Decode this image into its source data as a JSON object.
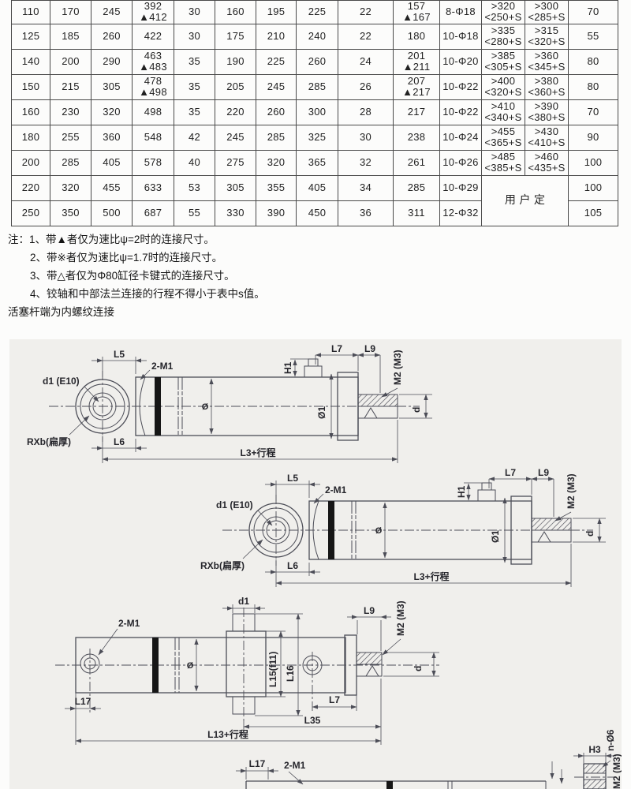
{
  "colors": {
    "panel_bg": "#f0efec",
    "drawing_line": "#4c4d57",
    "table_border": "#4a4a4a",
    "weld_band": "#161616"
  },
  "table": {
    "rows": [
      {
        "cells": [
          "110",
          "170",
          "245",
          "392\n▲412",
          "30",
          "160",
          "195",
          "225",
          "22",
          "157\n▲167",
          "8-Φ18",
          ">320\n<250+S",
          ">300\n<285+S",
          "70"
        ]
      },
      {
        "cells": [
          "125",
          "185",
          "260",
          "422",
          "30",
          "175",
          "210",
          "240",
          "22",
          "180",
          "10-Φ18",
          ">335\n<280+S",
          ">315\n<320+S",
          "55"
        ]
      },
      {
        "cells": [
          "140",
          "200",
          "290",
          "463\n▲483",
          "35",
          "190",
          "225",
          "260",
          "24",
          "201\n▲211",
          "10-Φ20",
          ">385\n<305+S",
          ">360\n<345+S",
          "80"
        ]
      },
      {
        "cells": [
          "150",
          "215",
          "305",
          "478\n▲498",
          "35",
          "205",
          "245",
          "285",
          "26",
          "207\n▲217",
          "10-Φ22",
          ">400\n<320+S",
          ">380\n<360+S",
          "80"
        ]
      },
      {
        "cells": [
          "160",
          "230",
          "320",
          "498",
          "35",
          "220",
          "260",
          "300",
          "28",
          "217",
          "10-Φ22",
          ">410\n<340+S",
          ">390\n<380+S",
          "70"
        ]
      },
      {
        "cells": [
          "180",
          "255",
          "360",
          "548",
          "42",
          "245",
          "285",
          "325",
          "30",
          "238",
          "10-Φ24",
          ">455\n<365+S",
          ">430\n<410+S",
          "90"
        ]
      },
      {
        "cells": [
          "200",
          "285",
          "405",
          "578",
          "40",
          "275",
          "320",
          "365",
          "32",
          "261",
          "10-Φ26",
          ">485\n<385+S",
          ">460\n<435+S",
          "100"
        ]
      },
      {
        "cells": [
          "220",
          "320",
          "455",
          "633",
          "53",
          "305",
          "355",
          "405",
          "34",
          "285",
          "10-Φ29",
          {
            "text": "用 户 定",
            "rowspan": 2,
            "colspan": 2,
            "cls": "user-cell"
          },
          "100"
        ]
      },
      {
        "cells": [
          "250",
          "350",
          "500",
          "687",
          "55",
          "330",
          "390",
          "450",
          "36",
          "311",
          "12-Φ32",
          "105"
        ]
      }
    ]
  },
  "notes": {
    "line1": "注：1、带▲者仅为速比ψ=2时的连接尺寸。",
    "line2": "2、带※者仅为速比ψ=1.7时的连接尺寸。",
    "line3": "3、带△者仅为Φ80缸径卡键式的连接尺寸。",
    "line4": "4、铰轴和中部法兰连接的行程不得小于表中s值。",
    "footer": "活塞杆端为内螺纹连接"
  },
  "diagrams": {
    "labels": {
      "l5": "L5",
      "m1": "2-M1",
      "d1e10": "d1 (E10)",
      "rxb": "RXb(扁厚)",
      "l6": "L6",
      "l3": "L3+行程",
      "h1": "H1",
      "l7": "L7",
      "l9": "L9",
      "m2": "M2 (M3)",
      "phi1": "Ø1",
      "phi": "Ø",
      "d": "d",
      "d1": "d1",
      "l15": "L15(f11)",
      "l16": "L16",
      "l17": "L17",
      "l35": "L35",
      "l13": "L13+行程",
      "h3": "H3",
      "n6": "n-Ø6"
    }
  }
}
